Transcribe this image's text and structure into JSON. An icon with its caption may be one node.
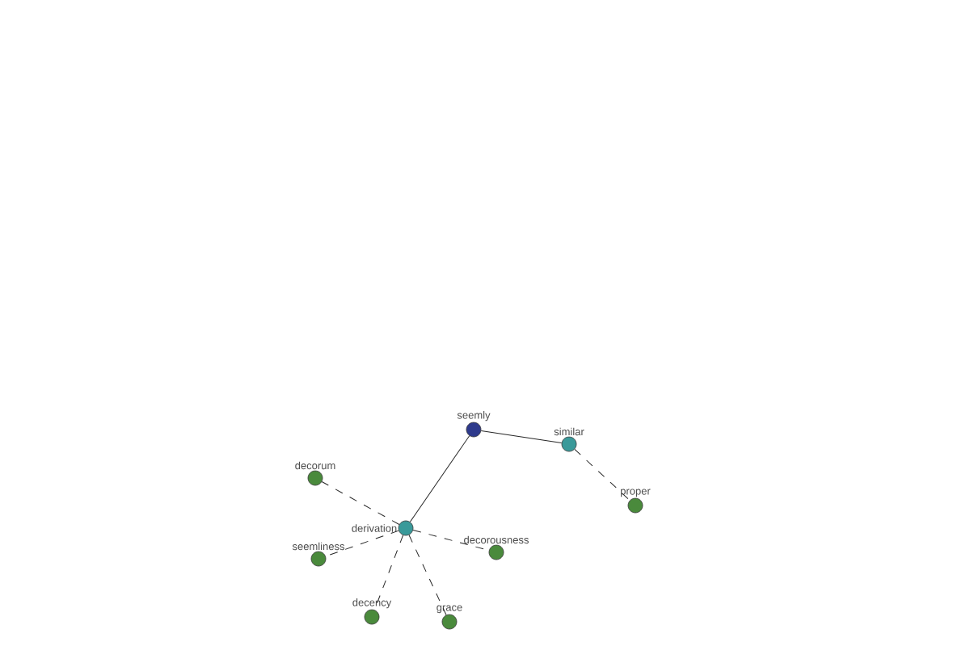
{
  "diagram": {
    "nodes": [
      {
        "text": [
          "seemly"
        ]
      },
      {
        "text": [
          "similar"
        ]
      },
      {
        "text": [
          "proper"
        ]
      },
      {
        "text": [
          "derivation"
        ]
      },
      {
        "text": [
          "decorum"
        ]
      },
      {
        "text": [
          "seemliness"
        ]
      },
      {
        "text": [
          "decorousness"
        ]
      },
      {
        "text": [
          "decency"
        ]
      },
      {
        "text": [
          "grace"
        ]
      }
    ],
    "edges": [
      {
        "from": 0,
        "to": 1,
        "arrow": "none"
      },
      {
        "from": 0,
        "to": 3,
        "arrow": "none"
      },
      {
        "from": 1,
        "to": 2,
        "arrow": "none",
        "style": "dashed"
      },
      {
        "from": 3,
        "to": 4,
        "arrow": "none",
        "style": "dashed"
      },
      {
        "from": 3,
        "to": 5,
        "arrow": "none",
        "style": "dashed"
      },
      {
        "from": 3,
        "to": 6,
        "arrow": "none",
        "style": "dashed"
      },
      {
        "from": 3,
        "to": 7,
        "arrow": "none",
        "style": "dashed"
      },
      {
        "from": 3,
        "to": 8,
        "arrow": "none",
        "style": "dashed"
      }
    ]
  }
}
